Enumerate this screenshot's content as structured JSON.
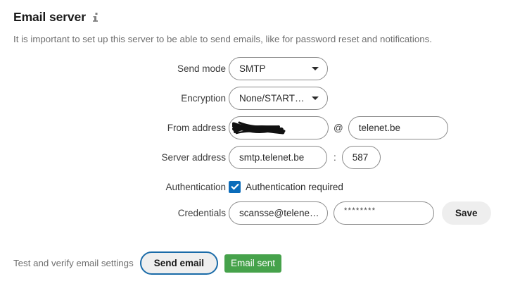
{
  "header": {
    "title": "Email server",
    "info_icon": "info-icon",
    "subtitle": "It is important to set up this server to be able to send emails, like for password reset and notifications."
  },
  "form": {
    "send_mode": {
      "label": "Send mode",
      "value": "SMTP",
      "caret_icon": "chevron-down-icon"
    },
    "encryption": {
      "label": "Encryption",
      "value": "None/START…",
      "caret_icon": "chevron-down-icon"
    },
    "from_address": {
      "label": "From address",
      "value": "",
      "redacted": true,
      "separator": "@",
      "domain_value": "telenet.be"
    },
    "server_address": {
      "label": "Server address",
      "value": "smtp.telenet.be",
      "separator": ":",
      "port_value": "587"
    },
    "authentication": {
      "label": "Authentication",
      "checkbox_icon": "checkmark-icon",
      "checked": true,
      "checkbox_label": "Authentication required"
    },
    "credentials": {
      "label": "Credentials",
      "user_value": "scansse@telene…",
      "password_value": "********",
      "save_label": "Save"
    }
  },
  "footer": {
    "test_label": "Test and verify email settings",
    "send_email_label": "Send email",
    "status_badge": "Email sent"
  },
  "colors": {
    "accent_blue": "#0b6cba",
    "focus_blue": "#1a6ba8",
    "success_green": "#46a24b",
    "field_border": "#8a8a8a",
    "button_bg": "#eeeeee",
    "text": "#2b2b2b",
    "muted_text": "#6f6f6f"
  }
}
